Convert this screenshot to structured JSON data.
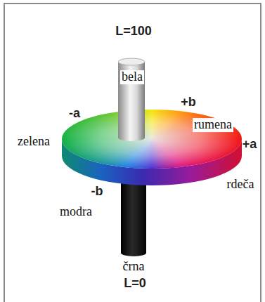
{
  "diagram": {
    "labels": [
      "L=100",
      "bela",
      "+b",
      "rumena",
      "-a",
      "zelena",
      "+a",
      "rdeča",
      "-b",
      "modra",
      "črna",
      "L=0"
    ]
  }
}
